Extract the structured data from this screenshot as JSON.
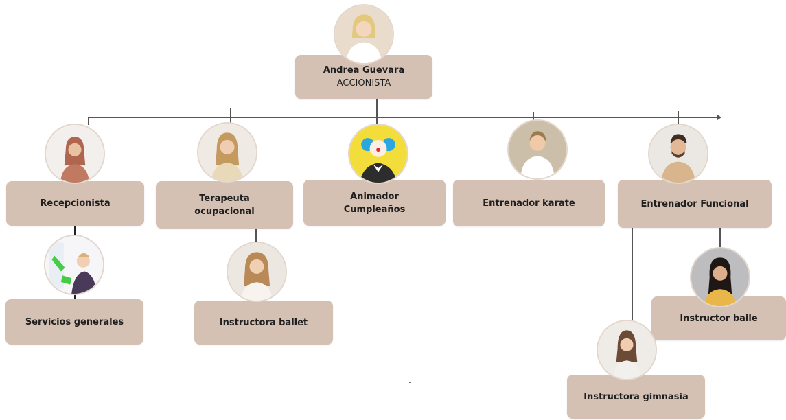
{
  "nodes": {
    "ceo": {
      "name": "Andrea Guevara",
      "role": "ACCIONISTA"
    },
    "recepcionista": {
      "label": "Recepcionista"
    },
    "terapeuta": {
      "line1": "Terapeuta",
      "line2": "ocupacional"
    },
    "animador": {
      "line1": "Animador",
      "line2": "Cumpleaños"
    },
    "karate": {
      "label": "Entrenador karate"
    },
    "funcional": {
      "label": "Entrenador Funcional"
    },
    "servicios": {
      "label": "Servicios generales"
    },
    "ballet": {
      "label": "Instructora ballet"
    },
    "baile": {
      "label": "Instructor baile"
    },
    "gimnasia": {
      "label": "Instructora gimnasia"
    }
  },
  "colors": {
    "box": "#d4c1b3",
    "line": "#555555"
  },
  "icons": [
    "person-photo"
  ]
}
